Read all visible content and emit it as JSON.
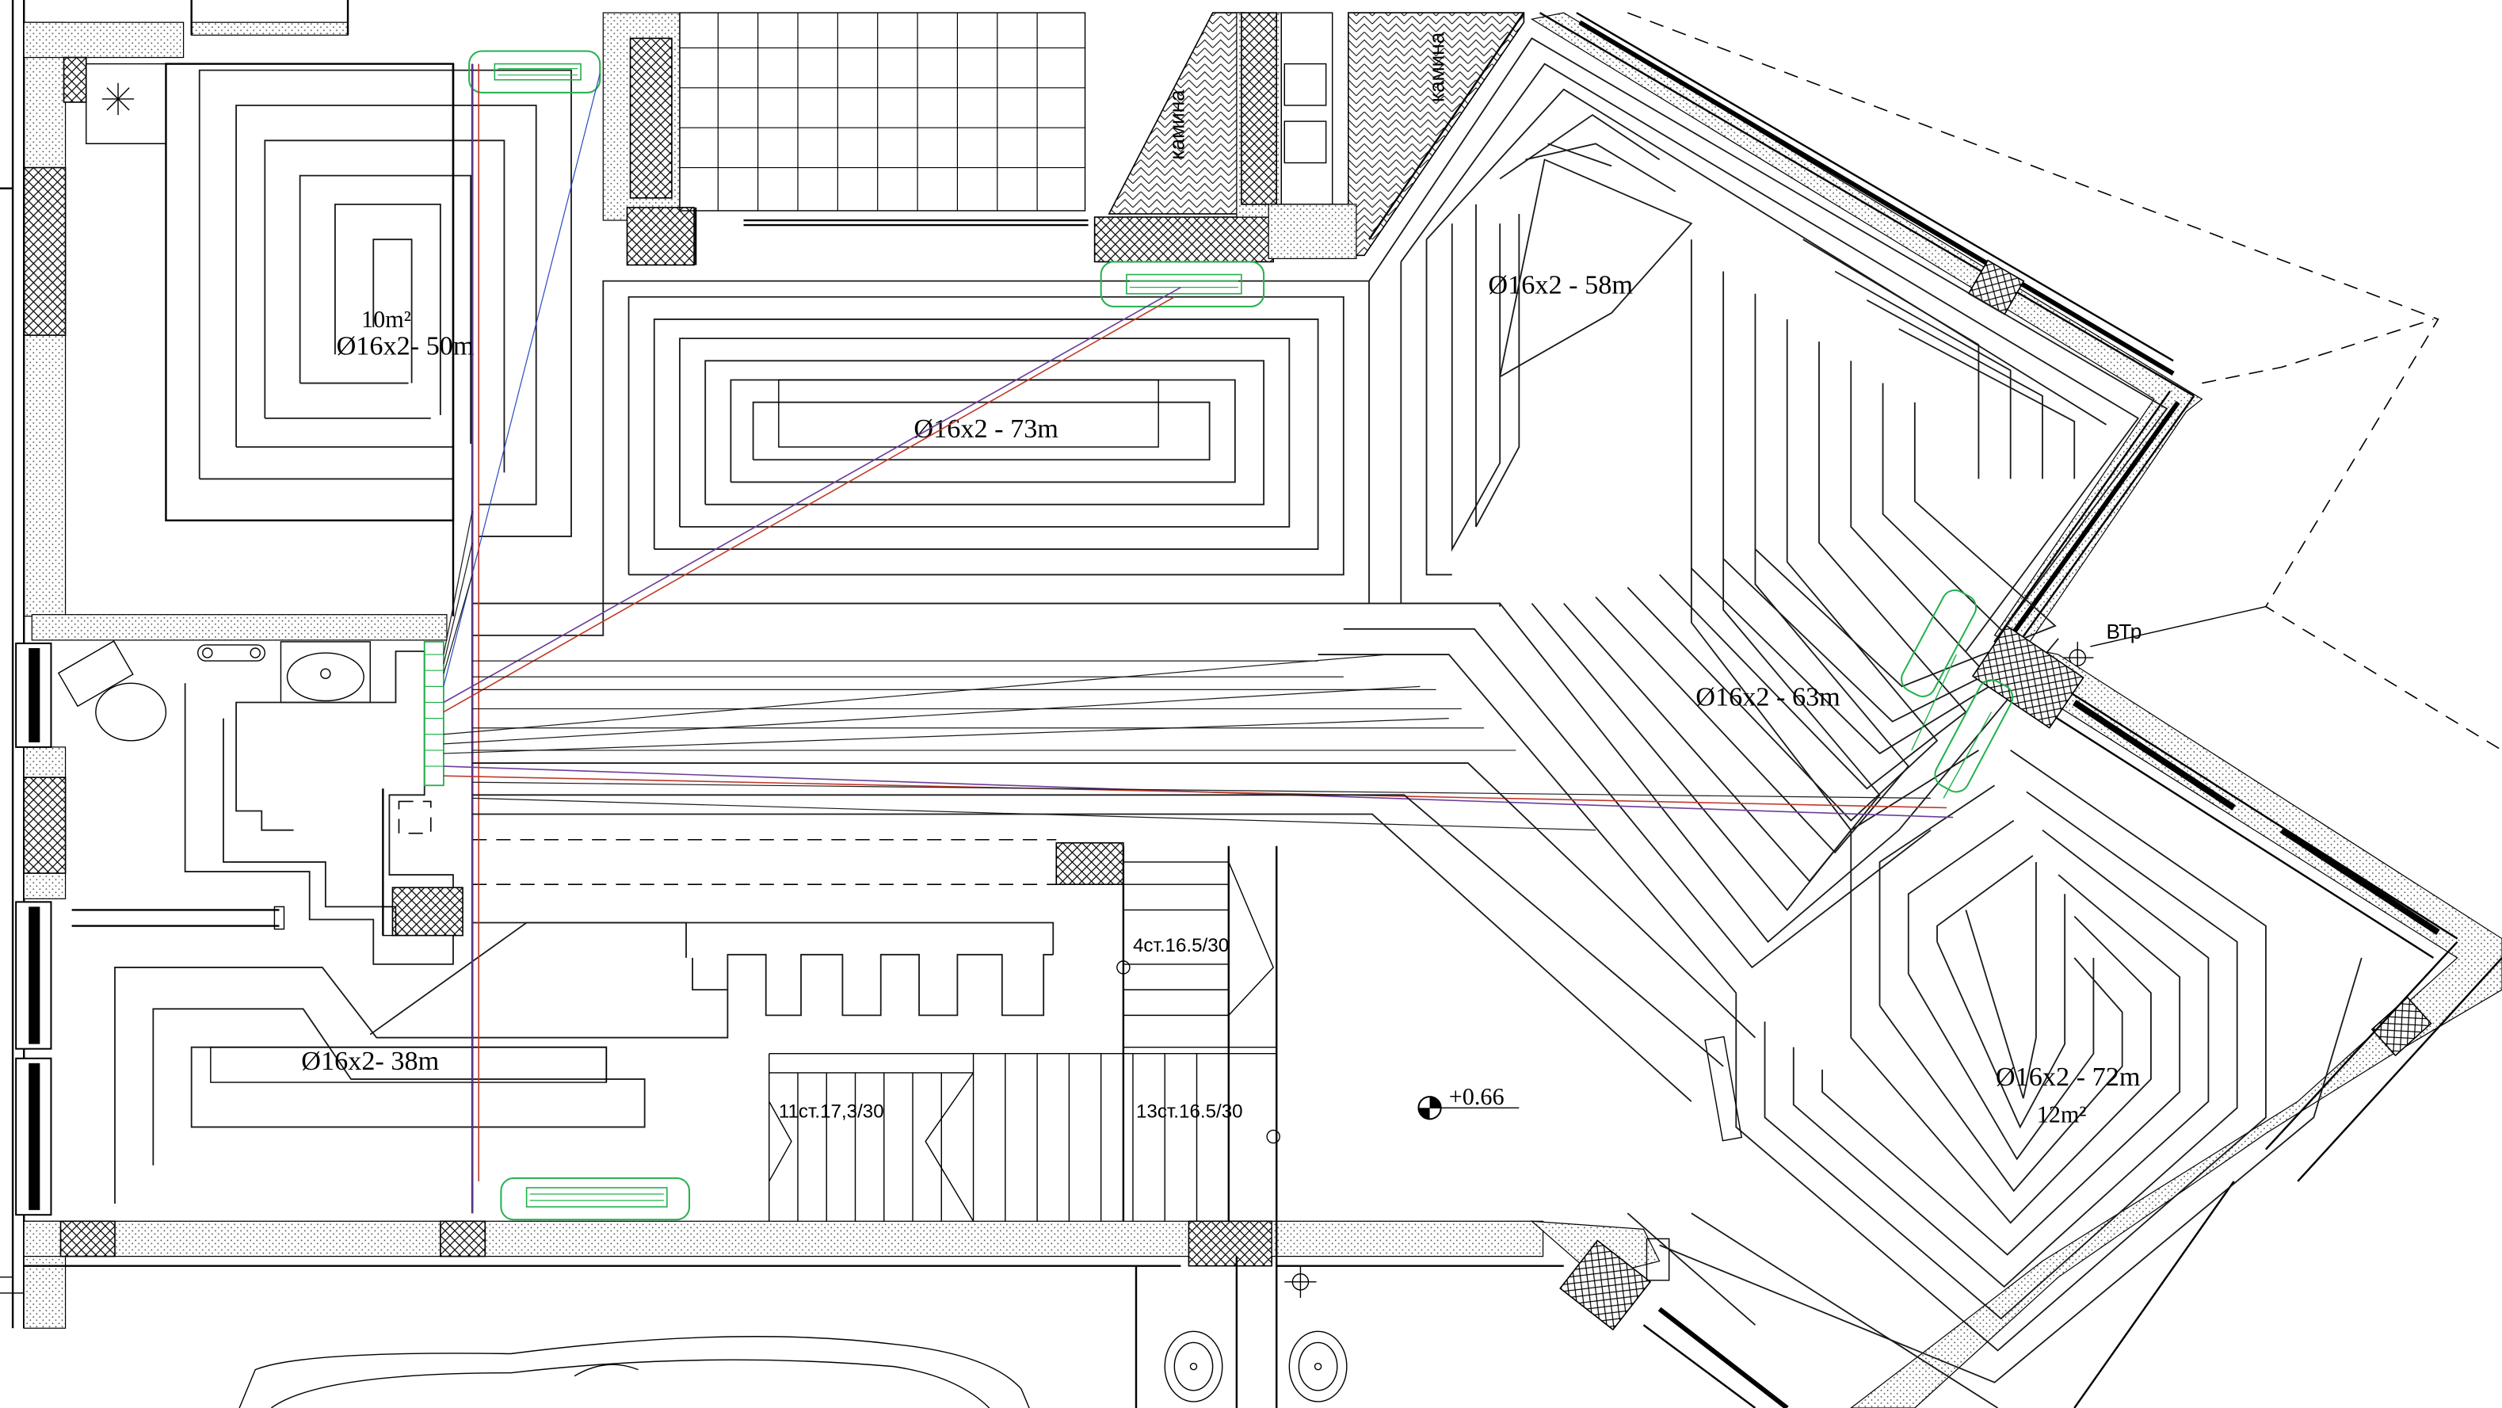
{
  "loops": {
    "loop_50": {
      "area": "10m²",
      "pipe": "Ø16x2- 50m"
    },
    "loop_73": {
      "pipe": "Ø16x2 - 73m"
    },
    "loop_58": {
      "pipe": "Ø16x2 - 58m"
    },
    "loop_63": {
      "pipe": "Ø16x2 - 63m"
    },
    "loop_72": {
      "pipe": "Ø16x2 - 72m",
      "area": "12m²"
    },
    "loop_38": {
      "pipe": "Ø16x2- 38m"
    }
  },
  "stairs": {
    "flight_4": "4ст.16.5/30",
    "flight_11": "11ст.17,3/30",
    "flight_13": "13ст.16.5/30"
  },
  "fireplace": {
    "label_1": "камина",
    "label_2": "камина"
  },
  "level_mark": "+0.66",
  "vent_mark": "ВТр",
  "colors": {
    "line": "#000000",
    "manifold": "#22b14c",
    "supply": "#c0392b",
    "return": "#6a3d9a"
  }
}
